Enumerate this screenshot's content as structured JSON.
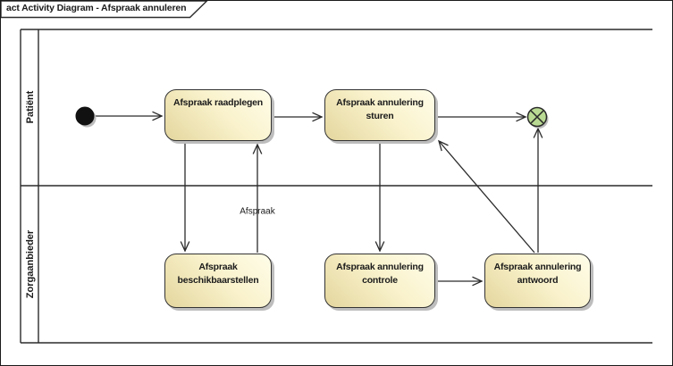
{
  "frame": {
    "title": "act Activity Diagram - Afspraak annuleren"
  },
  "lanes": [
    {
      "label": "Patiënt"
    },
    {
      "label": "Zorgaanbieder"
    }
  ],
  "nodes": {
    "raadplegen": {
      "lines": [
        "Afspraak raadplegen"
      ]
    },
    "sturen": {
      "lines": [
        "Afspraak annulering",
        "sturen"
      ]
    },
    "beschikbaarstellen": {
      "lines": [
        "Afspraak",
        "beschikbaarstellen"
      ]
    },
    "controle": {
      "lines": [
        "Afspraak annulering",
        "controle"
      ]
    },
    "antwoord": {
      "lines": [
        "Afspraak annulering",
        "antwoord"
      ]
    }
  },
  "edges": {
    "afspraak_label": "Afspraak"
  },
  "colors": {
    "line": "#2b2b2b",
    "activity_border": "#333333",
    "activity_fill_light": "#fffde9",
    "activity_fill_mid": "#f9f2cc",
    "activity_fill_dark": "#e4d69e",
    "final_fill": "#b9da92",
    "start_fill": "#111111",
    "shadow": "#bdbdbd"
  }
}
